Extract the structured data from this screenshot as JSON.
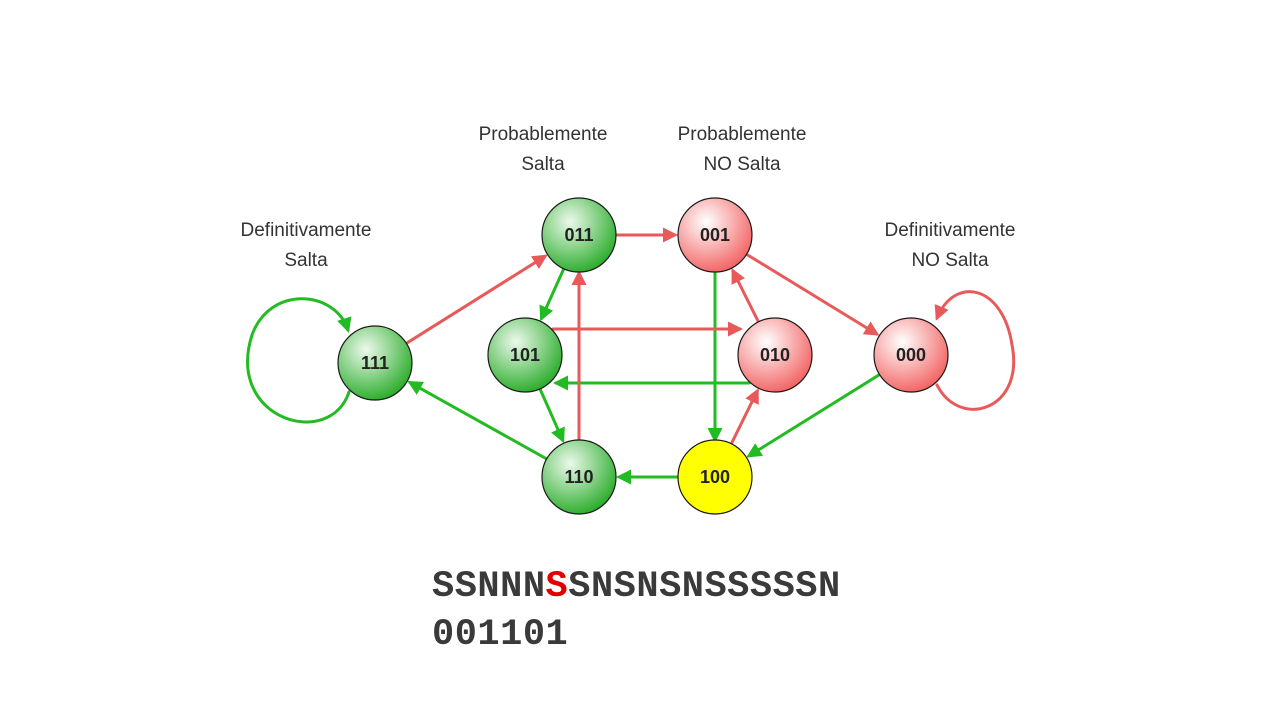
{
  "captions": {
    "def_salta": [
      "Definitivamente",
      "Salta"
    ],
    "prob_salta": [
      "Probablemente",
      "Salta"
    ],
    "prob_no_salta": [
      "Probablemente",
      "NO Salta"
    ],
    "def_no_salta": [
      "Definitivamente",
      "NO Salta"
    ]
  },
  "states": [
    {
      "id": "111",
      "label": "111",
      "fill": "green"
    },
    {
      "id": "011",
      "label": "011",
      "fill": "green"
    },
    {
      "id": "101",
      "label": "101",
      "fill": "green"
    },
    {
      "id": "110",
      "label": "110",
      "fill": "green"
    },
    {
      "id": "001",
      "label": "001",
      "fill": "red"
    },
    {
      "id": "010",
      "label": "010",
      "fill": "red"
    },
    {
      "id": "000",
      "label": "000",
      "fill": "red"
    },
    {
      "id": "100",
      "label": "100",
      "fill": "yellow"
    }
  ],
  "transitions": [
    {
      "from": "111",
      "to": "111",
      "type": "taken"
    },
    {
      "from": "111",
      "to": "011",
      "type": "not_taken"
    },
    {
      "from": "011",
      "to": "001",
      "type": "not_taken"
    },
    {
      "from": "011",
      "to": "101",
      "type": "taken"
    },
    {
      "from": "001",
      "to": "000",
      "type": "not_taken"
    },
    {
      "from": "001",
      "to": "100",
      "type": "taken"
    },
    {
      "from": "101",
      "to": "010",
      "type": "not_taken"
    },
    {
      "from": "101",
      "to": "110",
      "type": "taken"
    },
    {
      "from": "010",
      "to": "001",
      "type": "not_taken"
    },
    {
      "from": "010",
      "to": "101",
      "type": "taken"
    },
    {
      "from": "110",
      "to": "011",
      "type": "not_taken"
    },
    {
      "from": "110",
      "to": "111",
      "type": "taken"
    },
    {
      "from": "100",
      "to": "010",
      "type": "not_taken"
    },
    {
      "from": "100",
      "to": "110",
      "type": "taken"
    },
    {
      "from": "000",
      "to": "000",
      "type": "not_taken"
    },
    {
      "from": "000",
      "to": "100",
      "type": "taken"
    }
  ],
  "colors": {
    "taken": "#22bb22",
    "not_taken": "#e85a5a",
    "highlight": "#e00000",
    "green_light": "#ecf9ec",
    "green_dark": "#1fa81f",
    "red_light": "#ffffff",
    "red_dark": "#f25a5a",
    "yellow": "#ffff00"
  },
  "sequence": {
    "line1_before": "SSNNN",
    "line1_highlight": "S",
    "line1_after": "SNSNSNSSSSSN",
    "line2": "001101"
  }
}
